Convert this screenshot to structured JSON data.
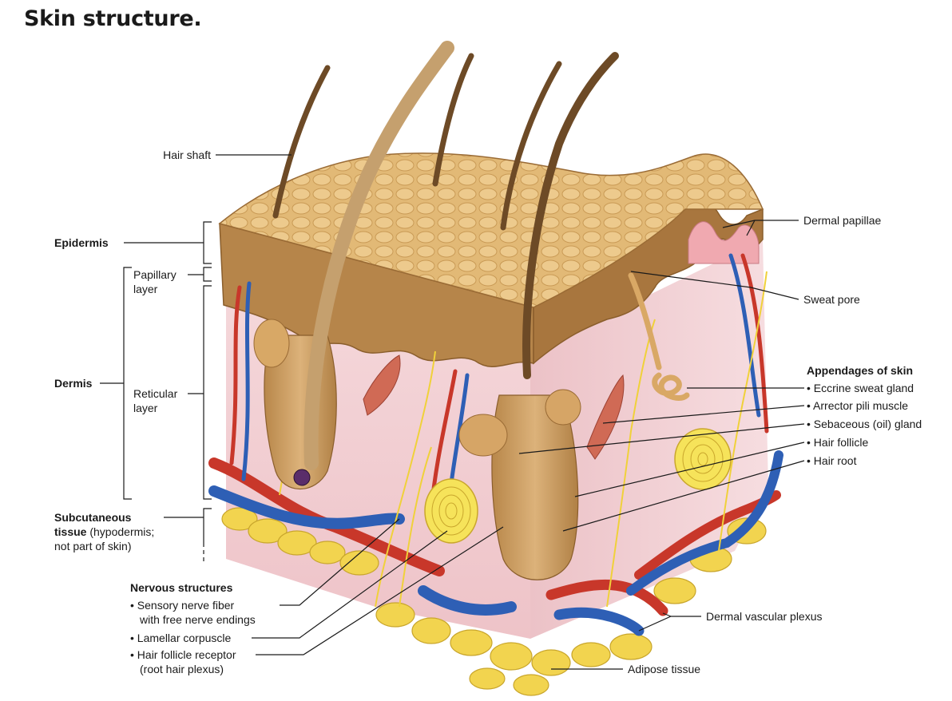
{
  "title": "Skin structure.",
  "labels": {
    "hair_shaft": "Hair shaft",
    "epidermis": "Epidermis",
    "papillary_layer_1": "Papillary",
    "papillary_layer_2": "layer",
    "dermis": "Dermis",
    "reticular_layer_1": "Reticular",
    "reticular_layer_2": "layer",
    "subcutaneous_1": "Subcutaneous",
    "subcutaneous_2": "tissue",
    "subcutaneous_2b": " (hypodermis;",
    "subcutaneous_3": "not part of skin)",
    "dermal_papillae": "Dermal papillae",
    "sweat_pore": "Sweat pore",
    "dermal_vascular_plexus": "Dermal vascular plexus",
    "adipose_tissue": "Adipose tissue"
  },
  "appendages": {
    "heading": "Appendages of skin",
    "items": [
      "Eccrine sweat gland",
      "Arrector pili muscle",
      "Sebaceous (oil) gland",
      "Hair follicle",
      "Hair root"
    ]
  },
  "nervous": {
    "heading": "Nervous structures",
    "item1_line1": "Sensory nerve fiber",
    "item1_line2": "with free nerve endings",
    "item2": "Lamellar corpuscle",
    "item3_line1": "Hair follicle receptor",
    "item3_line2": "(root hair plexus)"
  },
  "colors": {
    "epidermis": "#c9a063",
    "dermis": "#f3d3d6",
    "artery": "#c8372a",
    "vein": "#2e5fb5",
    "nerve": "#f0d13a",
    "adipose": "#f2d44f"
  }
}
